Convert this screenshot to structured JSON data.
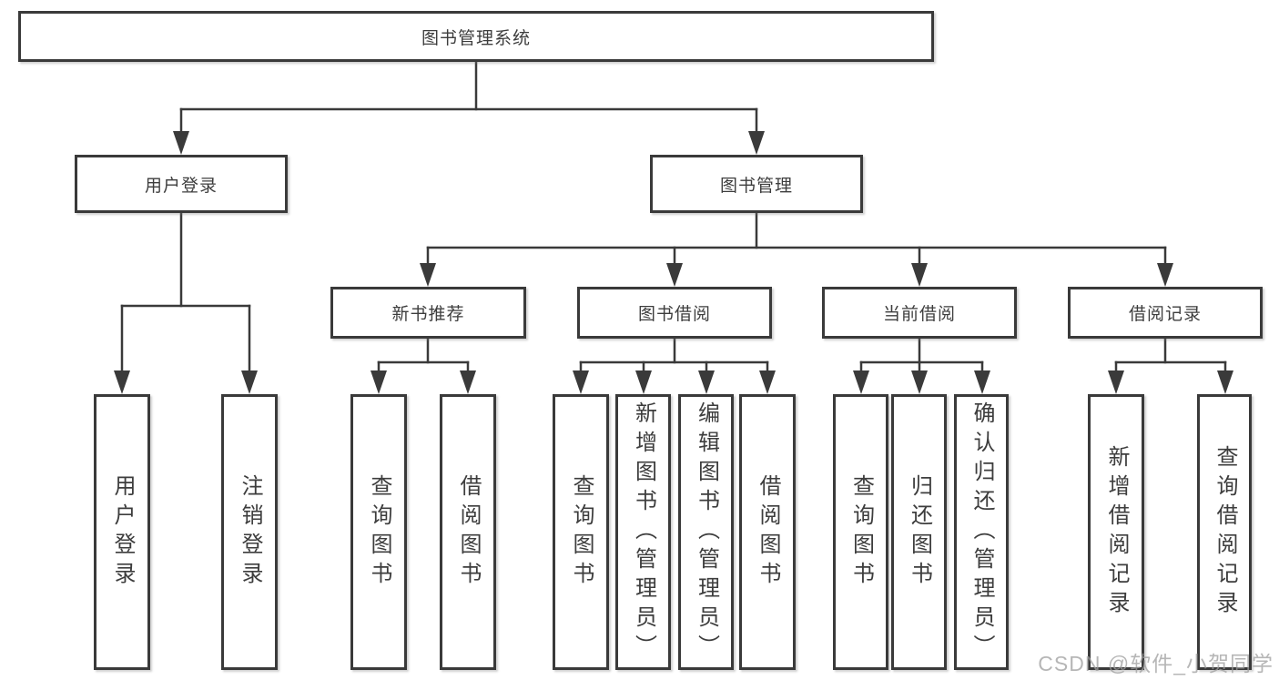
{
  "tree": {
    "label": "图书管理系统",
    "children": [
      {
        "label": "用户登录",
        "children": [
          {
            "label": "用户登录"
          },
          {
            "label": "注销登录"
          }
        ]
      },
      {
        "label": "图书管理",
        "children": [
          {
            "label": "新书推荐",
            "children": [
              {
                "label": "查询图书"
              },
              {
                "label": "借阅图书"
              }
            ]
          },
          {
            "label": "图书借阅",
            "children": [
              {
                "label": "查询图书"
              },
              {
                "label": "新增图书（管理员）"
              },
              {
                "label": "编辑图书（管理员）"
              },
              {
                "label": "借阅图书"
              }
            ]
          },
          {
            "label": "当前借阅",
            "children": [
              {
                "label": "查询图书"
              },
              {
                "label": "归还图书"
              },
              {
                "label": "确认归还（管理员）"
              }
            ]
          },
          {
            "label": "借阅记录",
            "children": [
              {
                "label": "新增借阅记录"
              },
              {
                "label": "查询借阅记录"
              }
            ]
          }
        ]
      }
    ]
  },
  "watermark": "CSDN @软件_小贺同学",
  "colors": {
    "line": "#3a3a3a",
    "text": "#3d3d3d",
    "watermark": "#9e9e9e",
    "background": "#ffffff"
  }
}
